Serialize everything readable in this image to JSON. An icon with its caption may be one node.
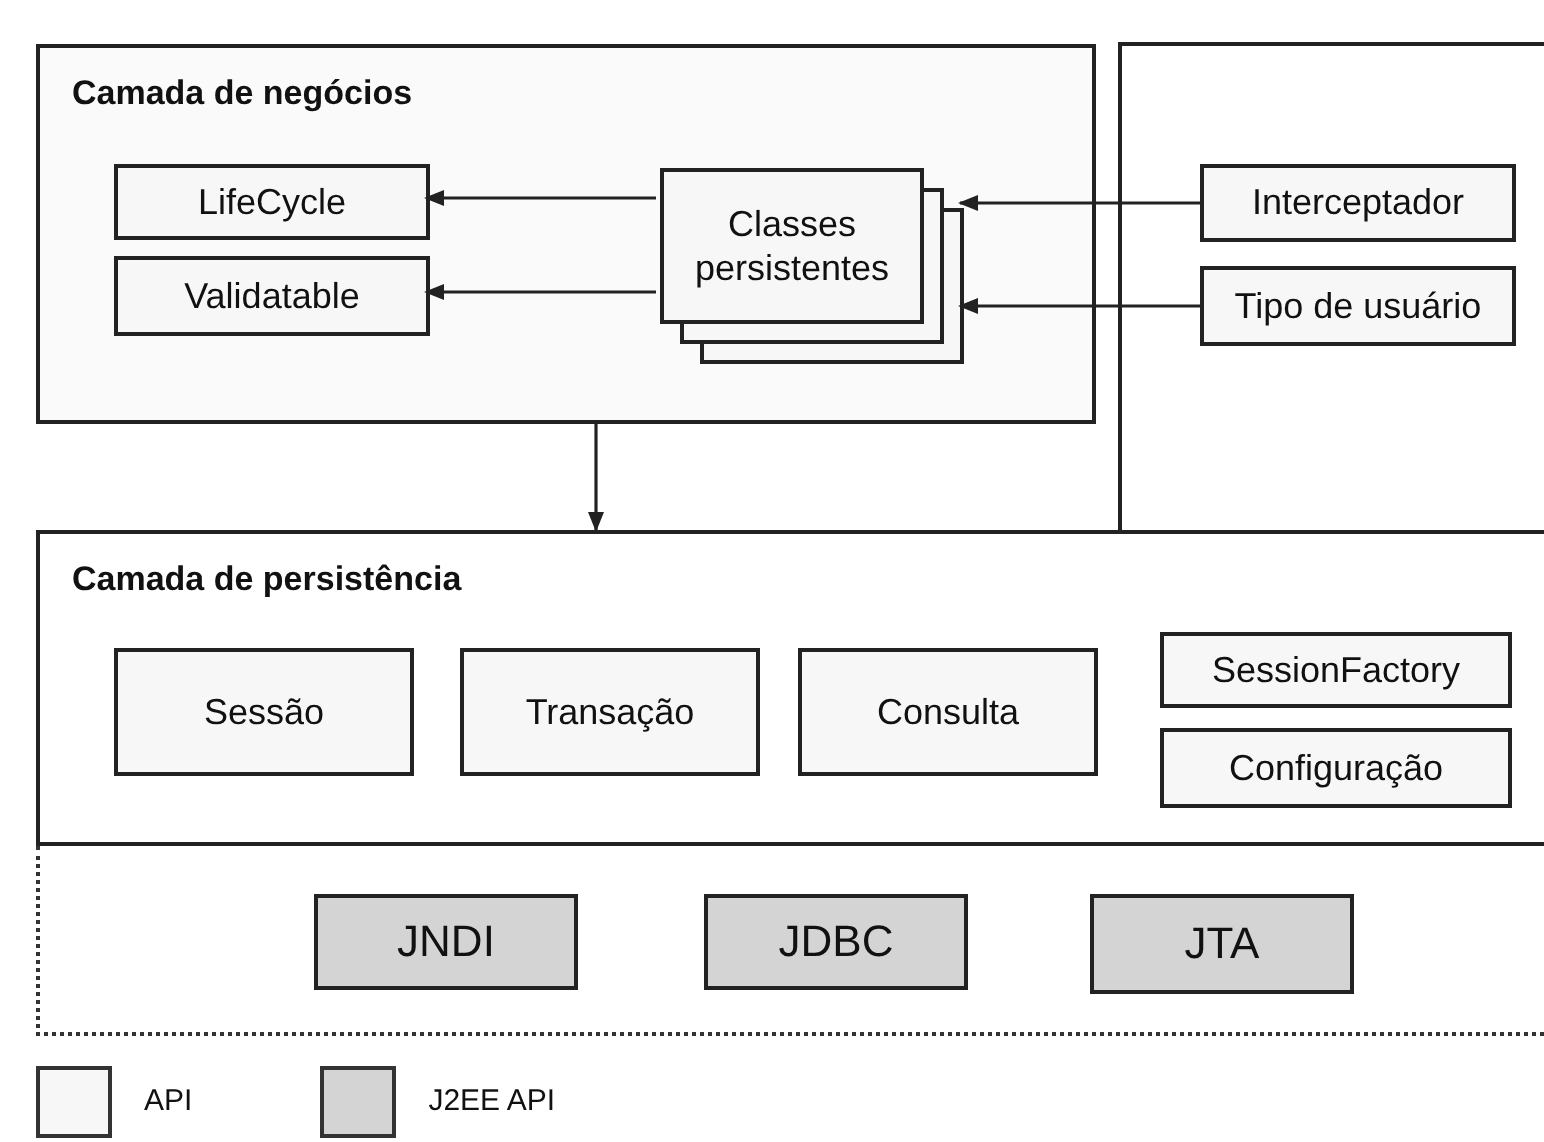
{
  "diagram": {
    "nodes": [
      {
        "text": [
          "Camada de negócios"
        ]
      },
      {
        "text": [
          "LifeCycle"
        ],
        "in": 0
      },
      {
        "text": [
          "Validatable"
        ],
        "in": 0
      },
      {
        "text": [
          "Classes persistentes"
        ],
        "in": 0
      },
      {
        "text": [
          "Camada de persistência"
        ]
      },
      {
        "text": [
          "Interceptador"
        ]
      },
      {
        "text": [
          "Tipo de usuário"
        ]
      },
      {
        "text": [
          "Sessão"
        ],
        "in": 4
      },
      {
        "text": [
          "Transação"
        ],
        "in": 4
      },
      {
        "text": [
          "Consulta"
        ],
        "in": 4
      },
      {
        "text": [
          "SessionFactory"
        ],
        "in": 4
      },
      {
        "text": [
          "Configuração"
        ],
        "in": 4
      },
      {
        "text": [],
        "shape": "box"
      },
      {
        "text": [
          "JNDI"
        ],
        "in": 12
      },
      {
        "text": [
          "JDBC"
        ],
        "in": 12
      },
      {
        "text": [
          "JTA"
        ],
        "in": 12
      }
    ],
    "edges": [
      {
        "from": 3,
        "to": 1,
        "arrow": "to"
      },
      {
        "from": 3,
        "to": 2,
        "arrow": "to"
      },
      {
        "from": 5,
        "to": 3,
        "arrow": "to"
      },
      {
        "from": 6,
        "to": 3,
        "arrow": "to"
      },
      {
        "from": 0,
        "to": 4,
        "arrow": "to"
      }
    ],
    "legend": [
      {
        "text": "API",
        "color": "#f7f7f7"
      },
      {
        "text": "J2EE API",
        "color": "#d4d4d4"
      }
    ]
  }
}
